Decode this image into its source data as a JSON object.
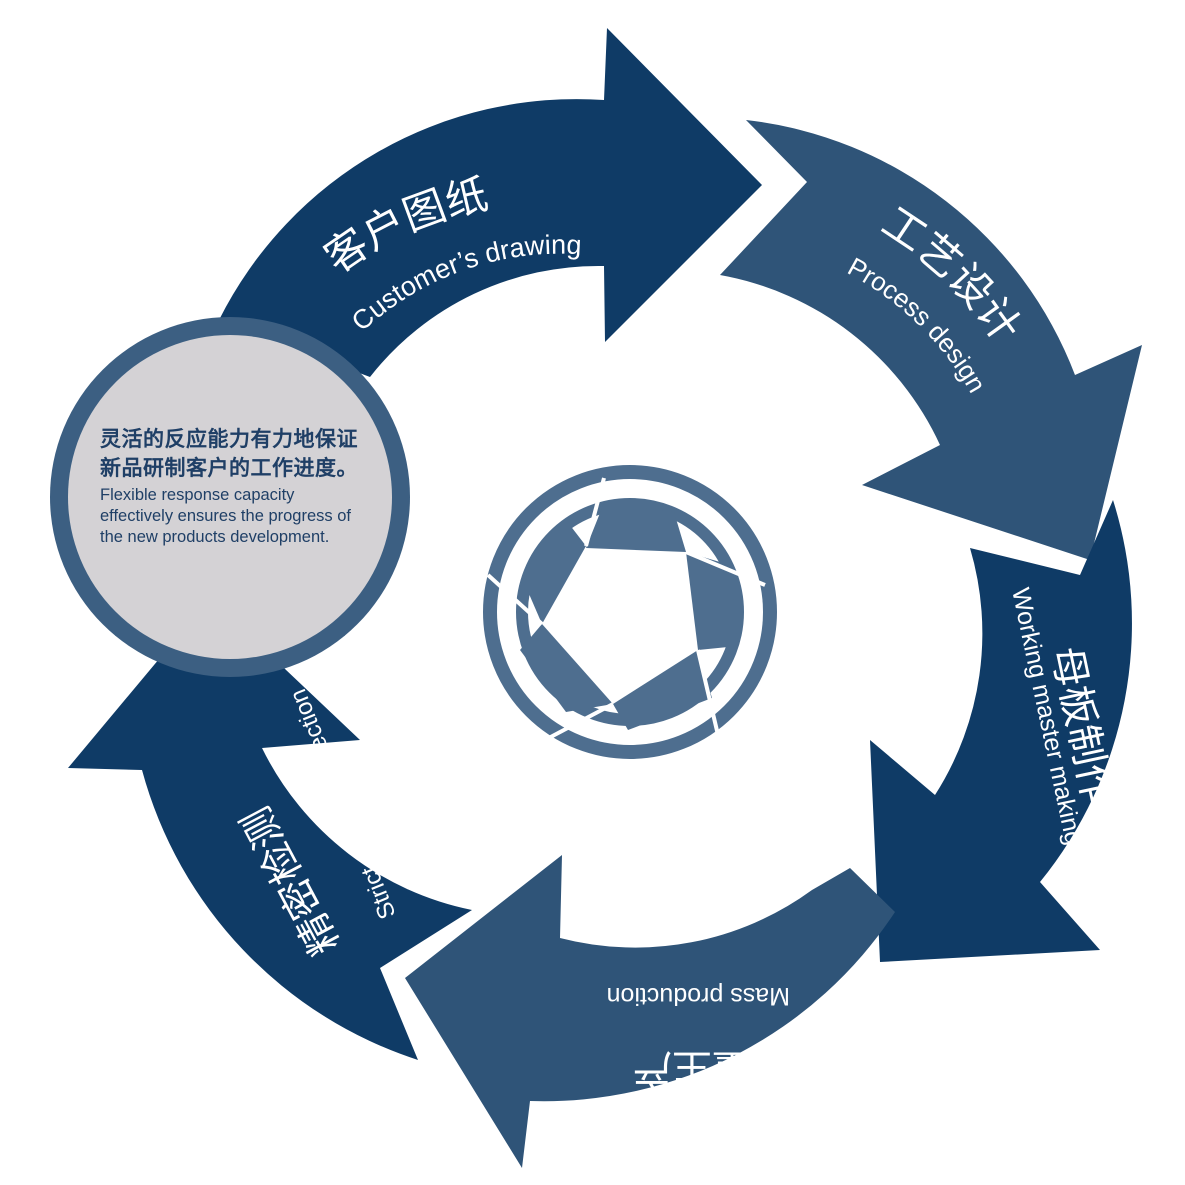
{
  "colors": {
    "dark": "#0f3b66",
    "medium": "#2f5478",
    "logo": "#4e6e8f",
    "callout_fill": "#d4d2d5",
    "callout_ring": "#3c5f82",
    "text_dark": "#1f3f66"
  },
  "steps": [
    {
      "cn": "客户图纸",
      "en": "Customer’s drawing"
    },
    {
      "cn": "工艺设计",
      "en": "Process design"
    },
    {
      "cn": "母板制作",
      "en": "Working master making"
    },
    {
      "cn": "批量生产",
      "en": "Mass production"
    },
    {
      "cn": "精密检测",
      "en": "Strict quality inspection"
    }
  ],
  "callout": {
    "cn": "灵活的反应能力有力地保证新品研制客户的工作进度。",
    "en": "Flexible response capacity effectively ensures the progress of the new products development."
  }
}
